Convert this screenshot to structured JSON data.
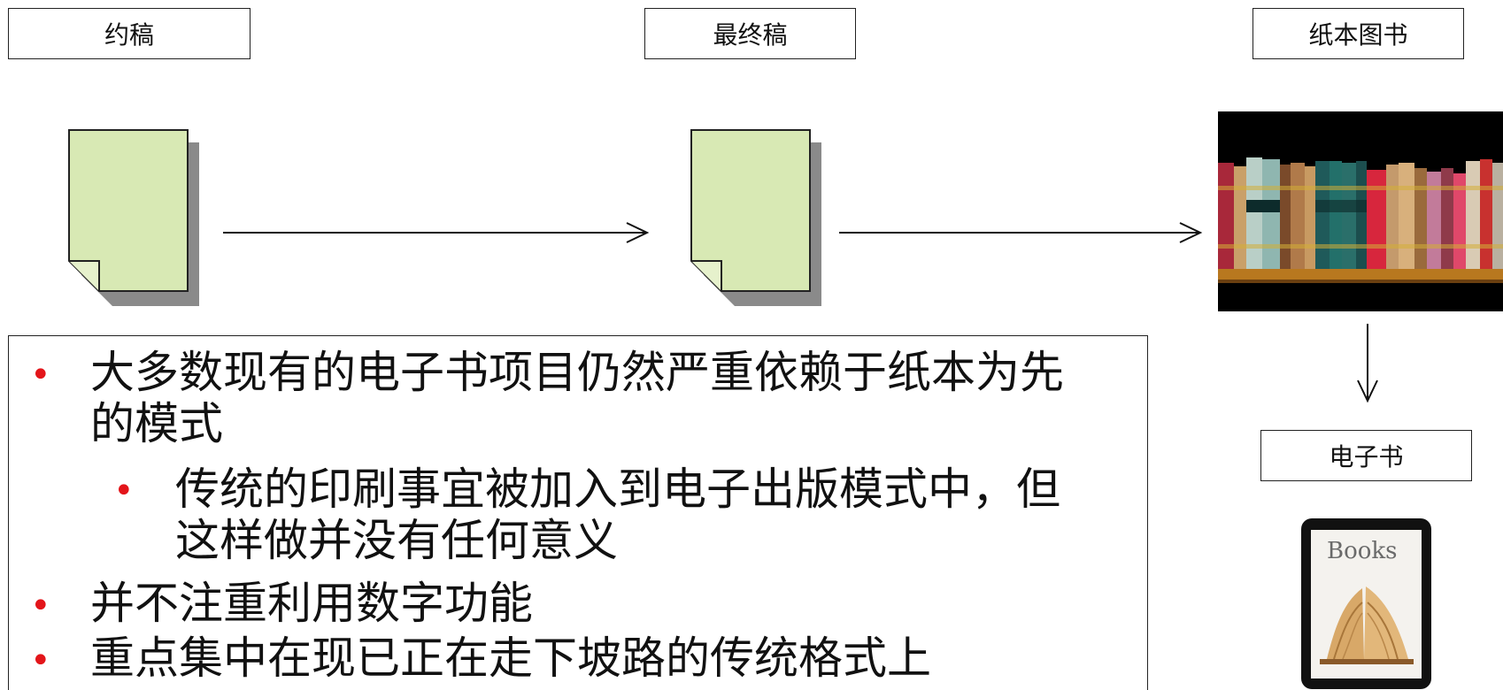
{
  "stages": {
    "draft": "约稿",
    "final": "最终稿",
    "print": "纸本图书",
    "ebook": "电子书"
  },
  "tablet": {
    "screen_text": "Books"
  },
  "bullets": {
    "b1": "大多数现有的电子书项目仍然严重依赖于纸本为先的模式",
    "b1_line1": "大多数现有的电子书项目仍然严重依赖于纸本为先",
    "b1_line2": "的模式",
    "b1_sub": "传统的印刷事宜被加入到电子出版模式中，但这样做并没有任何意义",
    "b1_sub_line1": "传统的印刷事宜被加入到电子出版模式中，但",
    "b1_sub_line2": "这样做并没有任何意义",
    "b2": "并不注重利用数字功能",
    "b3": "重点集中在现已正在走下坡路的传统格式上"
  },
  "colors": {
    "document_fill": "#d8e9b4",
    "document_shadow": "#8a8a8a",
    "bullet": "#e3151a",
    "shelf_background": "#000000",
    "shelf_plank": "#b8781f"
  },
  "icons": {
    "document": "folded-corner-document-icon",
    "bookshelf": "bookshelf-photo",
    "tablet": "tablet-ebook-icon"
  }
}
